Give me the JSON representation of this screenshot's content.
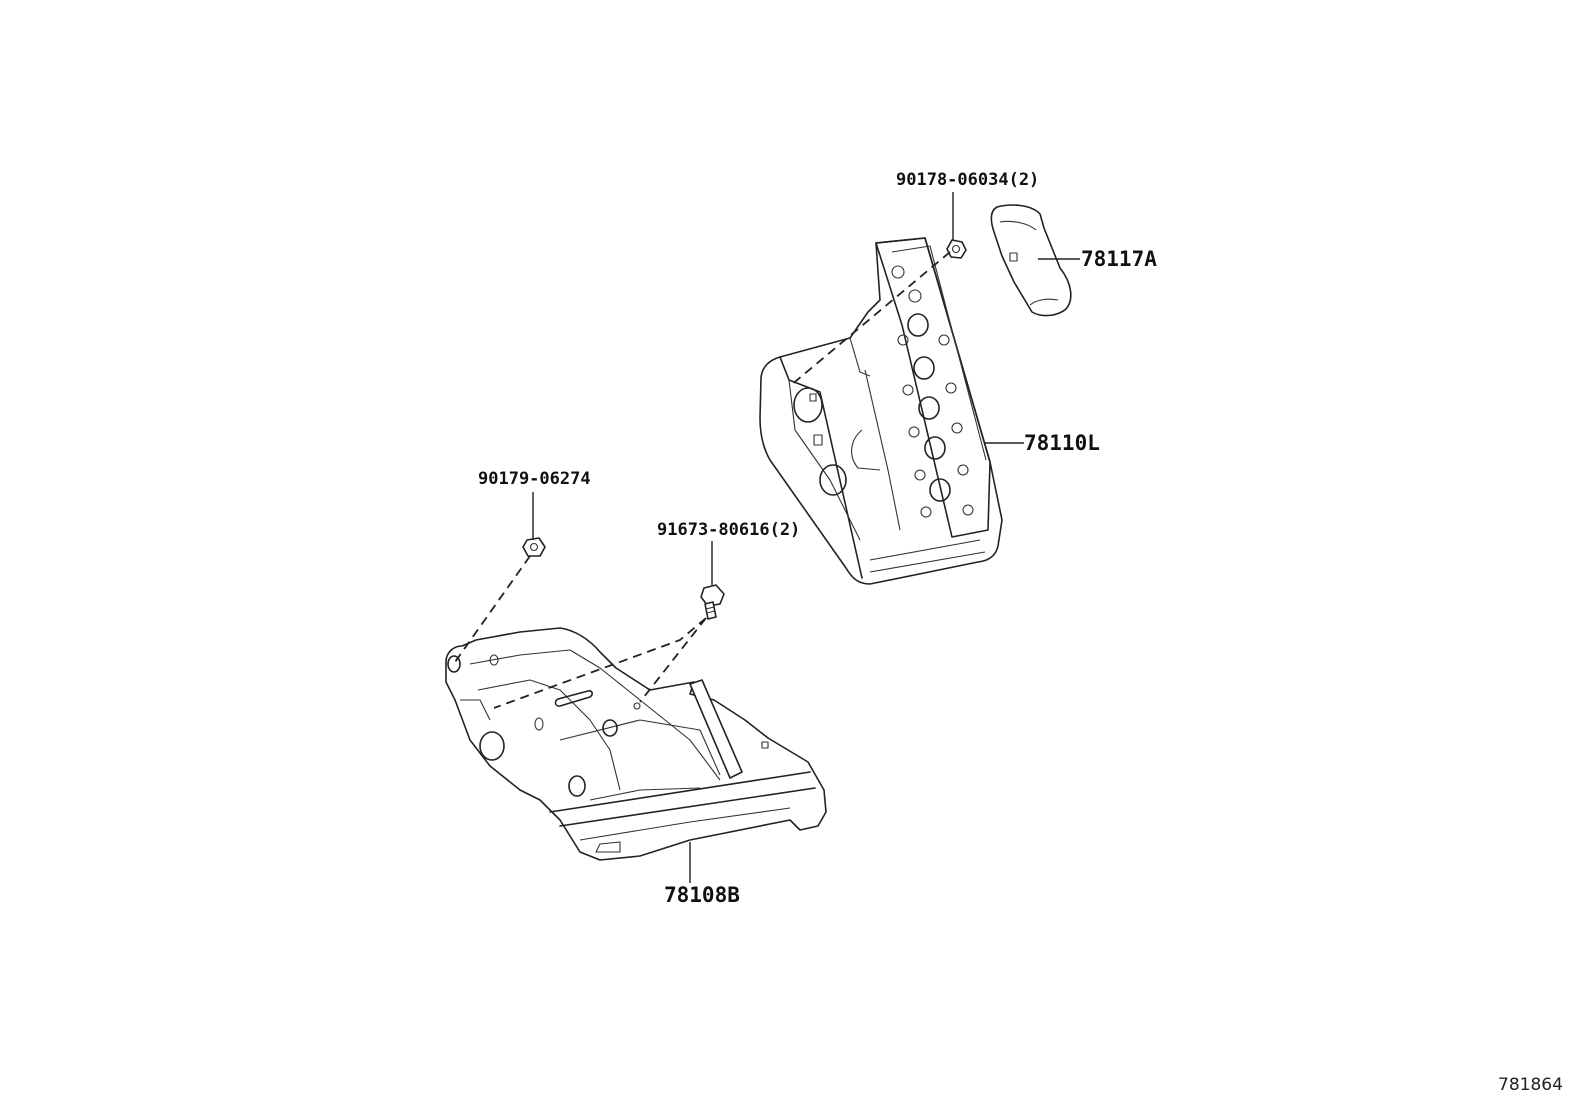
{
  "labels": {
    "nut_top": "90178-06034(2)",
    "pad": "78117A",
    "pedal": "78110L",
    "nut_left": "90179-06274",
    "bolt": "91673-80616(2)",
    "bracket": "78108B"
  },
  "diagram_ref": "781864"
}
